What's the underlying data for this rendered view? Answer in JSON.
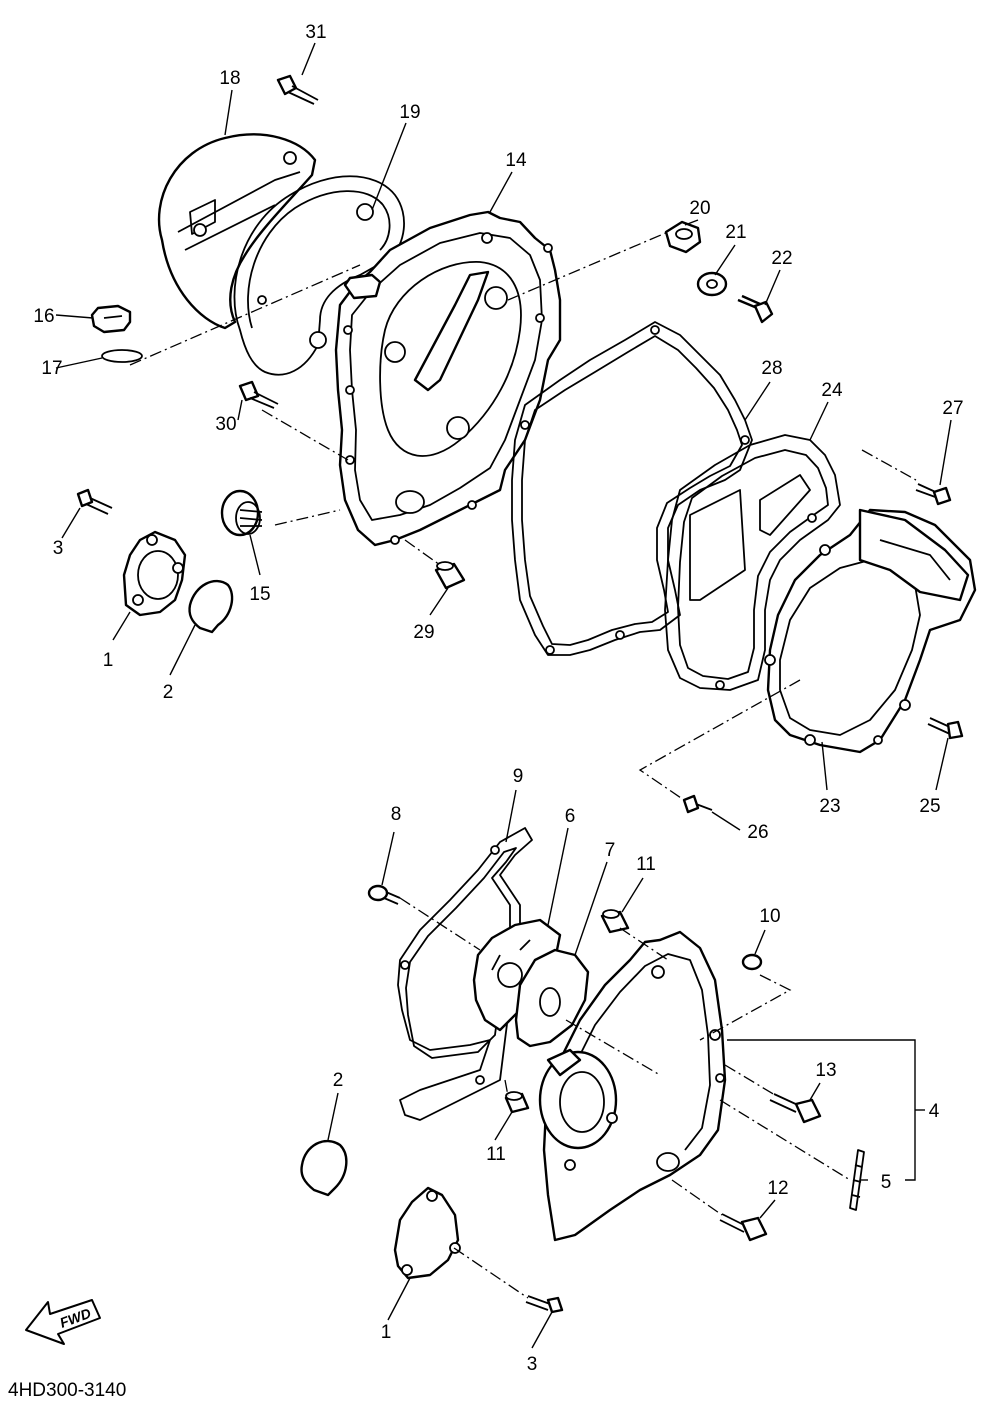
{
  "diagram_code": "4HD300-3140",
  "fwd_label": "FWD",
  "callouts": {
    "c1a": "1",
    "c1b": "1",
    "c2a": "2",
    "c2b": "2",
    "c3a": "3",
    "c3b": "3",
    "c4": "4",
    "c5": "5",
    "c6": "6",
    "c7": "7",
    "c8": "8",
    "c9": "9",
    "c10": "10",
    "c11a": "11",
    "c11b": "11",
    "c12": "12",
    "c13": "13",
    "c14": "14",
    "c15": "15",
    "c16": "16",
    "c17": "17",
    "c18": "18",
    "c19": "19",
    "c20": "20",
    "c21": "21",
    "c22": "22",
    "c23": "23",
    "c24": "24",
    "c25": "25",
    "c26": "26",
    "c27": "27",
    "c28": "28",
    "c29": "29",
    "c30": "30",
    "c31": "31"
  }
}
